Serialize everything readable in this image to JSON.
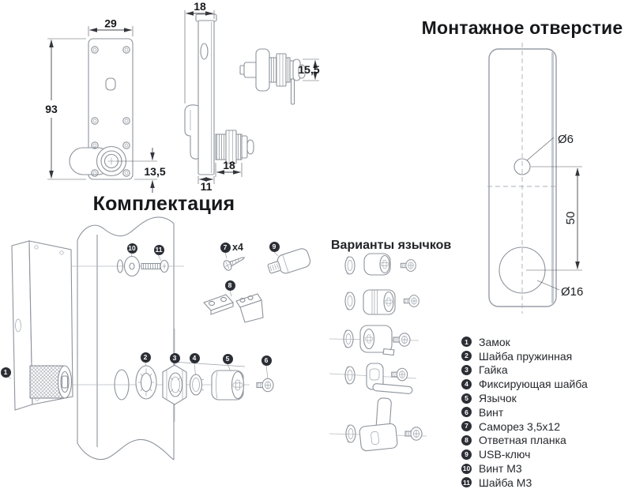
{
  "colors": {
    "badge_bg": "#2b2e35",
    "drawing_line": "#8d939b",
    "dimension_line": "#44474d",
    "text": "#17191c"
  },
  "titles": {
    "mounting_hole": "Монтажное отверстие",
    "kit": "Комплектация",
    "tongue_variants": "Варианты язычков"
  },
  "dimensions": {
    "front_width": "29",
    "front_height": "93",
    "front_cam_offset": "13,5",
    "side_depth": "18",
    "side_body": "11",
    "side_barrel": "18",
    "cam_height": "15,5",
    "hole_small": "Ø6",
    "hole_distance": "50",
    "hole_large": "Ø16"
  },
  "kit": {
    "badges": [
      "1",
      "2",
      "3",
      "4",
      "5",
      "6",
      "7",
      "8",
      "9",
      "10",
      "11"
    ],
    "screw_qty": "x4"
  },
  "parts_list": {
    "items": [
      {
        "num": "1",
        "label": "Замок"
      },
      {
        "num": "2",
        "label": "Шайба пружинная"
      },
      {
        "num": "3",
        "label": "Гайка"
      },
      {
        "num": "4",
        "label": "Фиксирующая шайба"
      },
      {
        "num": "5",
        "label": "Язычок"
      },
      {
        "num": "6",
        "label": "Винт"
      },
      {
        "num": "7",
        "label": "Саморез 3,5x12"
      },
      {
        "num": "8",
        "label": "Ответная планка"
      },
      {
        "num": "9",
        "label": "USB-ключ"
      },
      {
        "num": "10",
        "label": "Винт М3"
      },
      {
        "num": "11",
        "label": "Шайба М3"
      }
    ]
  }
}
